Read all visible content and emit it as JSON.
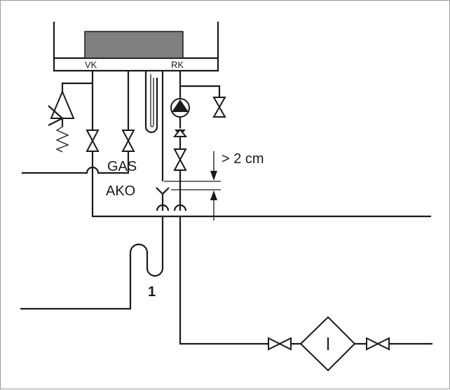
{
  "labels": {
    "flow": "VK",
    "return": "RK",
    "gas": "GAS",
    "condensate_drain": "AKO",
    "distance": "> 2 cm",
    "siphon_number": "1"
  },
  "colors": {
    "line": "#1a1a1a",
    "heater_body": "#808080",
    "frame_border": "#9a9a9a",
    "background": "#ffffff"
  },
  "icons": [
    "valve-icon",
    "safety-valve-icon",
    "pump-icon",
    "filter-icon",
    "siphon-icon",
    "funnel-icon",
    "arrow-icon"
  ]
}
